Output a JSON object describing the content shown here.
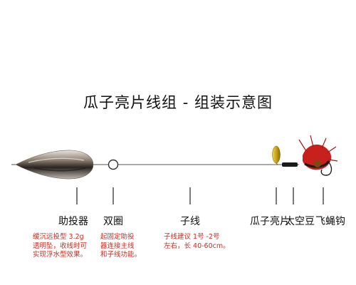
{
  "title": "瓜子亮片线组 - 组装示意图",
  "labels": {
    "float": "助投器",
    "ring": "双圈",
    "leader": "子线",
    "spinner": "瓜子亮片",
    "bead": "太空豆",
    "fly": "飞蝇钩"
  },
  "notes": {
    "float": "缓沉远投型 3.2g\n透明坠，收线时可\n实现浮水型效果。",
    "ring": "起固定助投\n器连接主线\n和子线功能。",
    "leader": "子线建议 1号 -2号\n左右，长 40-60cm。"
  },
  "colors": {
    "line": "#555555",
    "note_red": "#d22a1e",
    "spinner_gold": "#c9a21c",
    "fly_red": "#c8201c"
  }
}
